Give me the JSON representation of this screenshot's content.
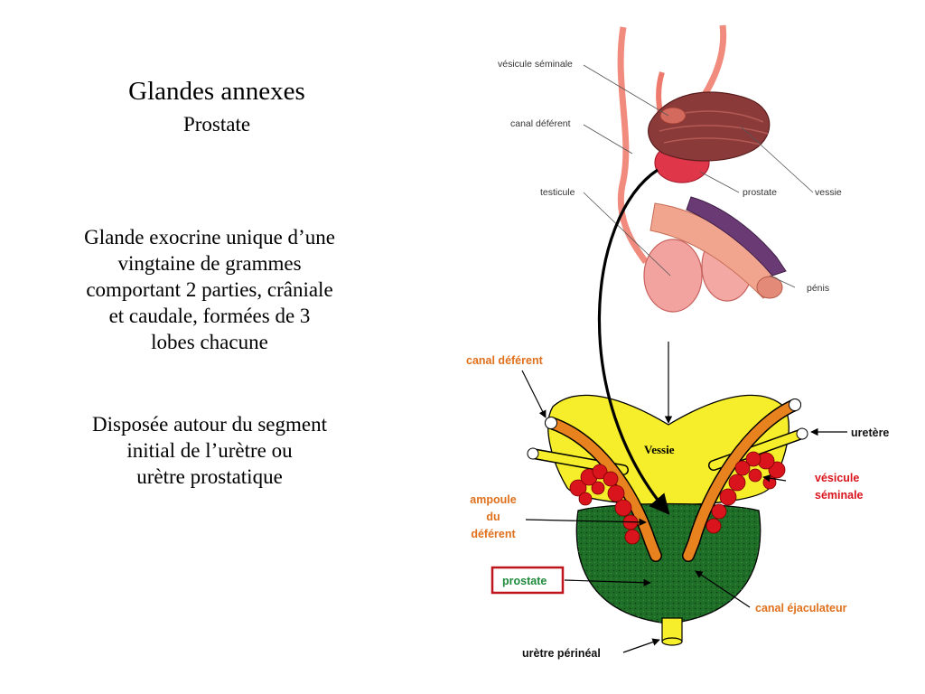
{
  "title": "Glandes annexes",
  "subtitle": "Prostate",
  "paragraph1": [
    "Glande exocrine unique d’une",
    "vingtaine de grammes",
    "comportant 2 parties, crâniale",
    "et caudale, formées de 3",
    "lobes chacune"
  ],
  "paragraph2": [
    "Disposée autour du segment",
    "initial de l’urètre ou",
    "urètre prostatique"
  ],
  "top_figure": {
    "labels": {
      "vesicule": "vésicule séminale",
      "canal": "canal déférent",
      "testicule": "testicule",
      "prostate": "prostate",
      "vessie": "vessie",
      "penis": "pénis"
    }
  },
  "bottom_figure": {
    "labels": {
      "canal_deferent": "canal déférent",
      "uretere": "uretère",
      "vesicule_1": "vésicule",
      "vesicule_2": "séminale",
      "ampoule_1": "ampoule",
      "ampoule_2": "du",
      "ampoule_3": "déférent",
      "prostate": "prostate",
      "canal_ejac": "canal éjaculateur",
      "uretre": "urètre périnéal",
      "vessie": "Vessie"
    }
  },
  "colors": {
    "orange_label": "#e0701c",
    "green_label": "#1e8a3a",
    "highlight_box": "#c0141c",
    "bladder_yellow": "#f6ee2a",
    "prostate_green": "#1f6e27",
    "deferent_orange": "#e8821e",
    "vesicle_red": "#d9141c"
  }
}
